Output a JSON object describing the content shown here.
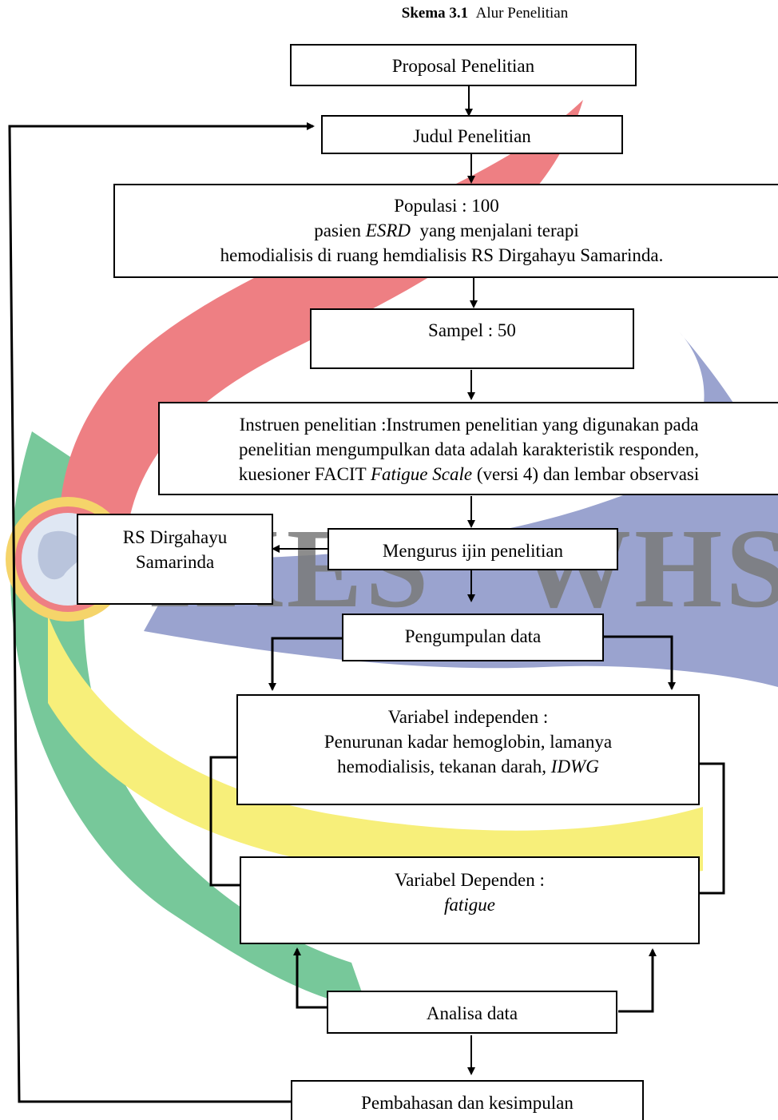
{
  "caption": {
    "label": "Skema 3.1",
    "title": "Alur Penelitian"
  },
  "watermark": {
    "left_text": "IKES",
    "right_text": "WHS"
  },
  "colors": {
    "red": "#ee7f83",
    "green": "#77c89a",
    "blue": "#9aa3cf",
    "yellow": "#f7ef7a",
    "line": "#000000"
  },
  "boxes": {
    "proposal": "Proposal Penelitian",
    "judul": "Judul Penelitian",
    "populasi": {
      "line1": "Populasi : 100",
      "line2_a": "pasien ",
      "line2_em": "ESRD",
      "line2_b": "  yang menjalani terapi",
      "line3": "hemodialisis di ruang hemdialisis RS Dirgahayu Samarinda."
    },
    "sampel": "Sampel : 50",
    "instrumen": {
      "line1": "Instruen penelitian :Instrumen penelitian yang digunakan pada",
      "line2": "penelitian mengumpulkan data adalah karakteristik responden,",
      "line3_a": "kuesioner FACIT ",
      "line3_em": "Fatigue Scale",
      "line3_b": " (versi 4) dan lembar observasi"
    },
    "rs": {
      "line1": "RS Dirgahayu",
      "line2": "Samarinda"
    },
    "ijin": "Mengurus ijin penelitian",
    "pengumpulan": "Pengumpulan data",
    "independen": {
      "line1": "Variabel independen :",
      "line2": "Penurunan kadar hemoglobin, lamanya",
      "line3_a": "hemodialisis, tekanan darah, ",
      "line3_em": "IDWG"
    },
    "dependen": {
      "line1": "Variabel Dependen :",
      "line2_em": "fatigue"
    },
    "analisa": "Analisa data",
    "pembahasan": "Pembahasan dan kesimpulan"
  }
}
